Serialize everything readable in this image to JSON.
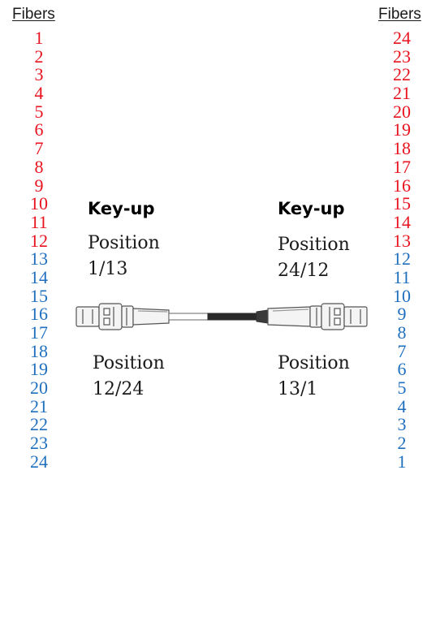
{
  "left_column": {
    "header": "Fibers",
    "fibers": [
      {
        "label": "1",
        "color": "#e8131f"
      },
      {
        "label": "2",
        "color": "#e8131f"
      },
      {
        "label": "3",
        "color": "#e8131f"
      },
      {
        "label": "4",
        "color": "#e8131f"
      },
      {
        "label": "5",
        "color": "#e8131f"
      },
      {
        "label": "6",
        "color": "#e8131f"
      },
      {
        "label": "7",
        "color": "#e8131f"
      },
      {
        "label": "8",
        "color": "#e8131f"
      },
      {
        "label": "9",
        "color": "#e8131f"
      },
      {
        "label": "10",
        "color": "#e8131f"
      },
      {
        "label": "11",
        "color": "#e8131f"
      },
      {
        "label": "12",
        "color": "#e8131f"
      },
      {
        "label": "13",
        "color": "#1f6fbf"
      },
      {
        "label": "14",
        "color": "#1f6fbf"
      },
      {
        "label": "15",
        "color": "#1f6fbf"
      },
      {
        "label": "16",
        "color": "#1f6fbf"
      },
      {
        "label": "17",
        "color": "#1f6fbf"
      },
      {
        "label": "18",
        "color": "#1f6fbf"
      },
      {
        "label": "19",
        "color": "#1f6fbf"
      },
      {
        "label": "20",
        "color": "#1f6fbf"
      },
      {
        "label": "21",
        "color": "#1f6fbf"
      },
      {
        "label": "22",
        "color": "#1f6fbf"
      },
      {
        "label": "23",
        "color": "#1f6fbf"
      },
      {
        "label": "24",
        "color": "#1f6fbf"
      }
    ]
  },
  "right_column": {
    "header": "Fibers",
    "fibers": [
      {
        "label": "24",
        "color": "#e8131f"
      },
      {
        "label": "23",
        "color": "#e8131f"
      },
      {
        "label": "22",
        "color": "#e8131f"
      },
      {
        "label": "21",
        "color": "#e8131f"
      },
      {
        "label": "20",
        "color": "#e8131f"
      },
      {
        "label": "19",
        "color": "#e8131f"
      },
      {
        "label": "18",
        "color": "#e8131f"
      },
      {
        "label": "17",
        "color": "#e8131f"
      },
      {
        "label": "16",
        "color": "#e8131f"
      },
      {
        "label": "15",
        "color": "#e8131f"
      },
      {
        "label": "14",
        "color": "#e8131f"
      },
      {
        "label": "13",
        "color": "#e8131f"
      },
      {
        "label": "12",
        "color": "#1f6fbf"
      },
      {
        "label": "11",
        "color": "#1f6fbf"
      },
      {
        "label": "10",
        "color": "#1f6fbf"
      },
      {
        "label": "9",
        "color": "#1f6fbf"
      },
      {
        "label": "8",
        "color": "#1f6fbf"
      },
      {
        "label": "7",
        "color": "#1f6fbf"
      },
      {
        "label": "6",
        "color": "#1f6fbf"
      },
      {
        "label": "5",
        "color": "#1f6fbf"
      },
      {
        "label": "4",
        "color": "#1f6fbf"
      },
      {
        "label": "3",
        "color": "#1f6fbf"
      },
      {
        "label": "2",
        "color": "#1f6fbf"
      },
      {
        "label": "1",
        "color": "#1f6fbf"
      }
    ]
  },
  "left_connector": {
    "key_label": "Key-up",
    "top_position": {
      "line1": "Position",
      "line2": "1/13"
    },
    "bottom_position": {
      "line1": "Position",
      "line2": "12/24"
    }
  },
  "right_connector": {
    "key_label": "Key-up",
    "top_position": {
      "line1": "Position",
      "line2": "24/12"
    },
    "bottom_position": {
      "line1": "Position",
      "line2": "13/1"
    }
  },
  "colors": {
    "fiber_red": "#e8131f",
    "fiber_blue": "#1f6fbf"
  }
}
